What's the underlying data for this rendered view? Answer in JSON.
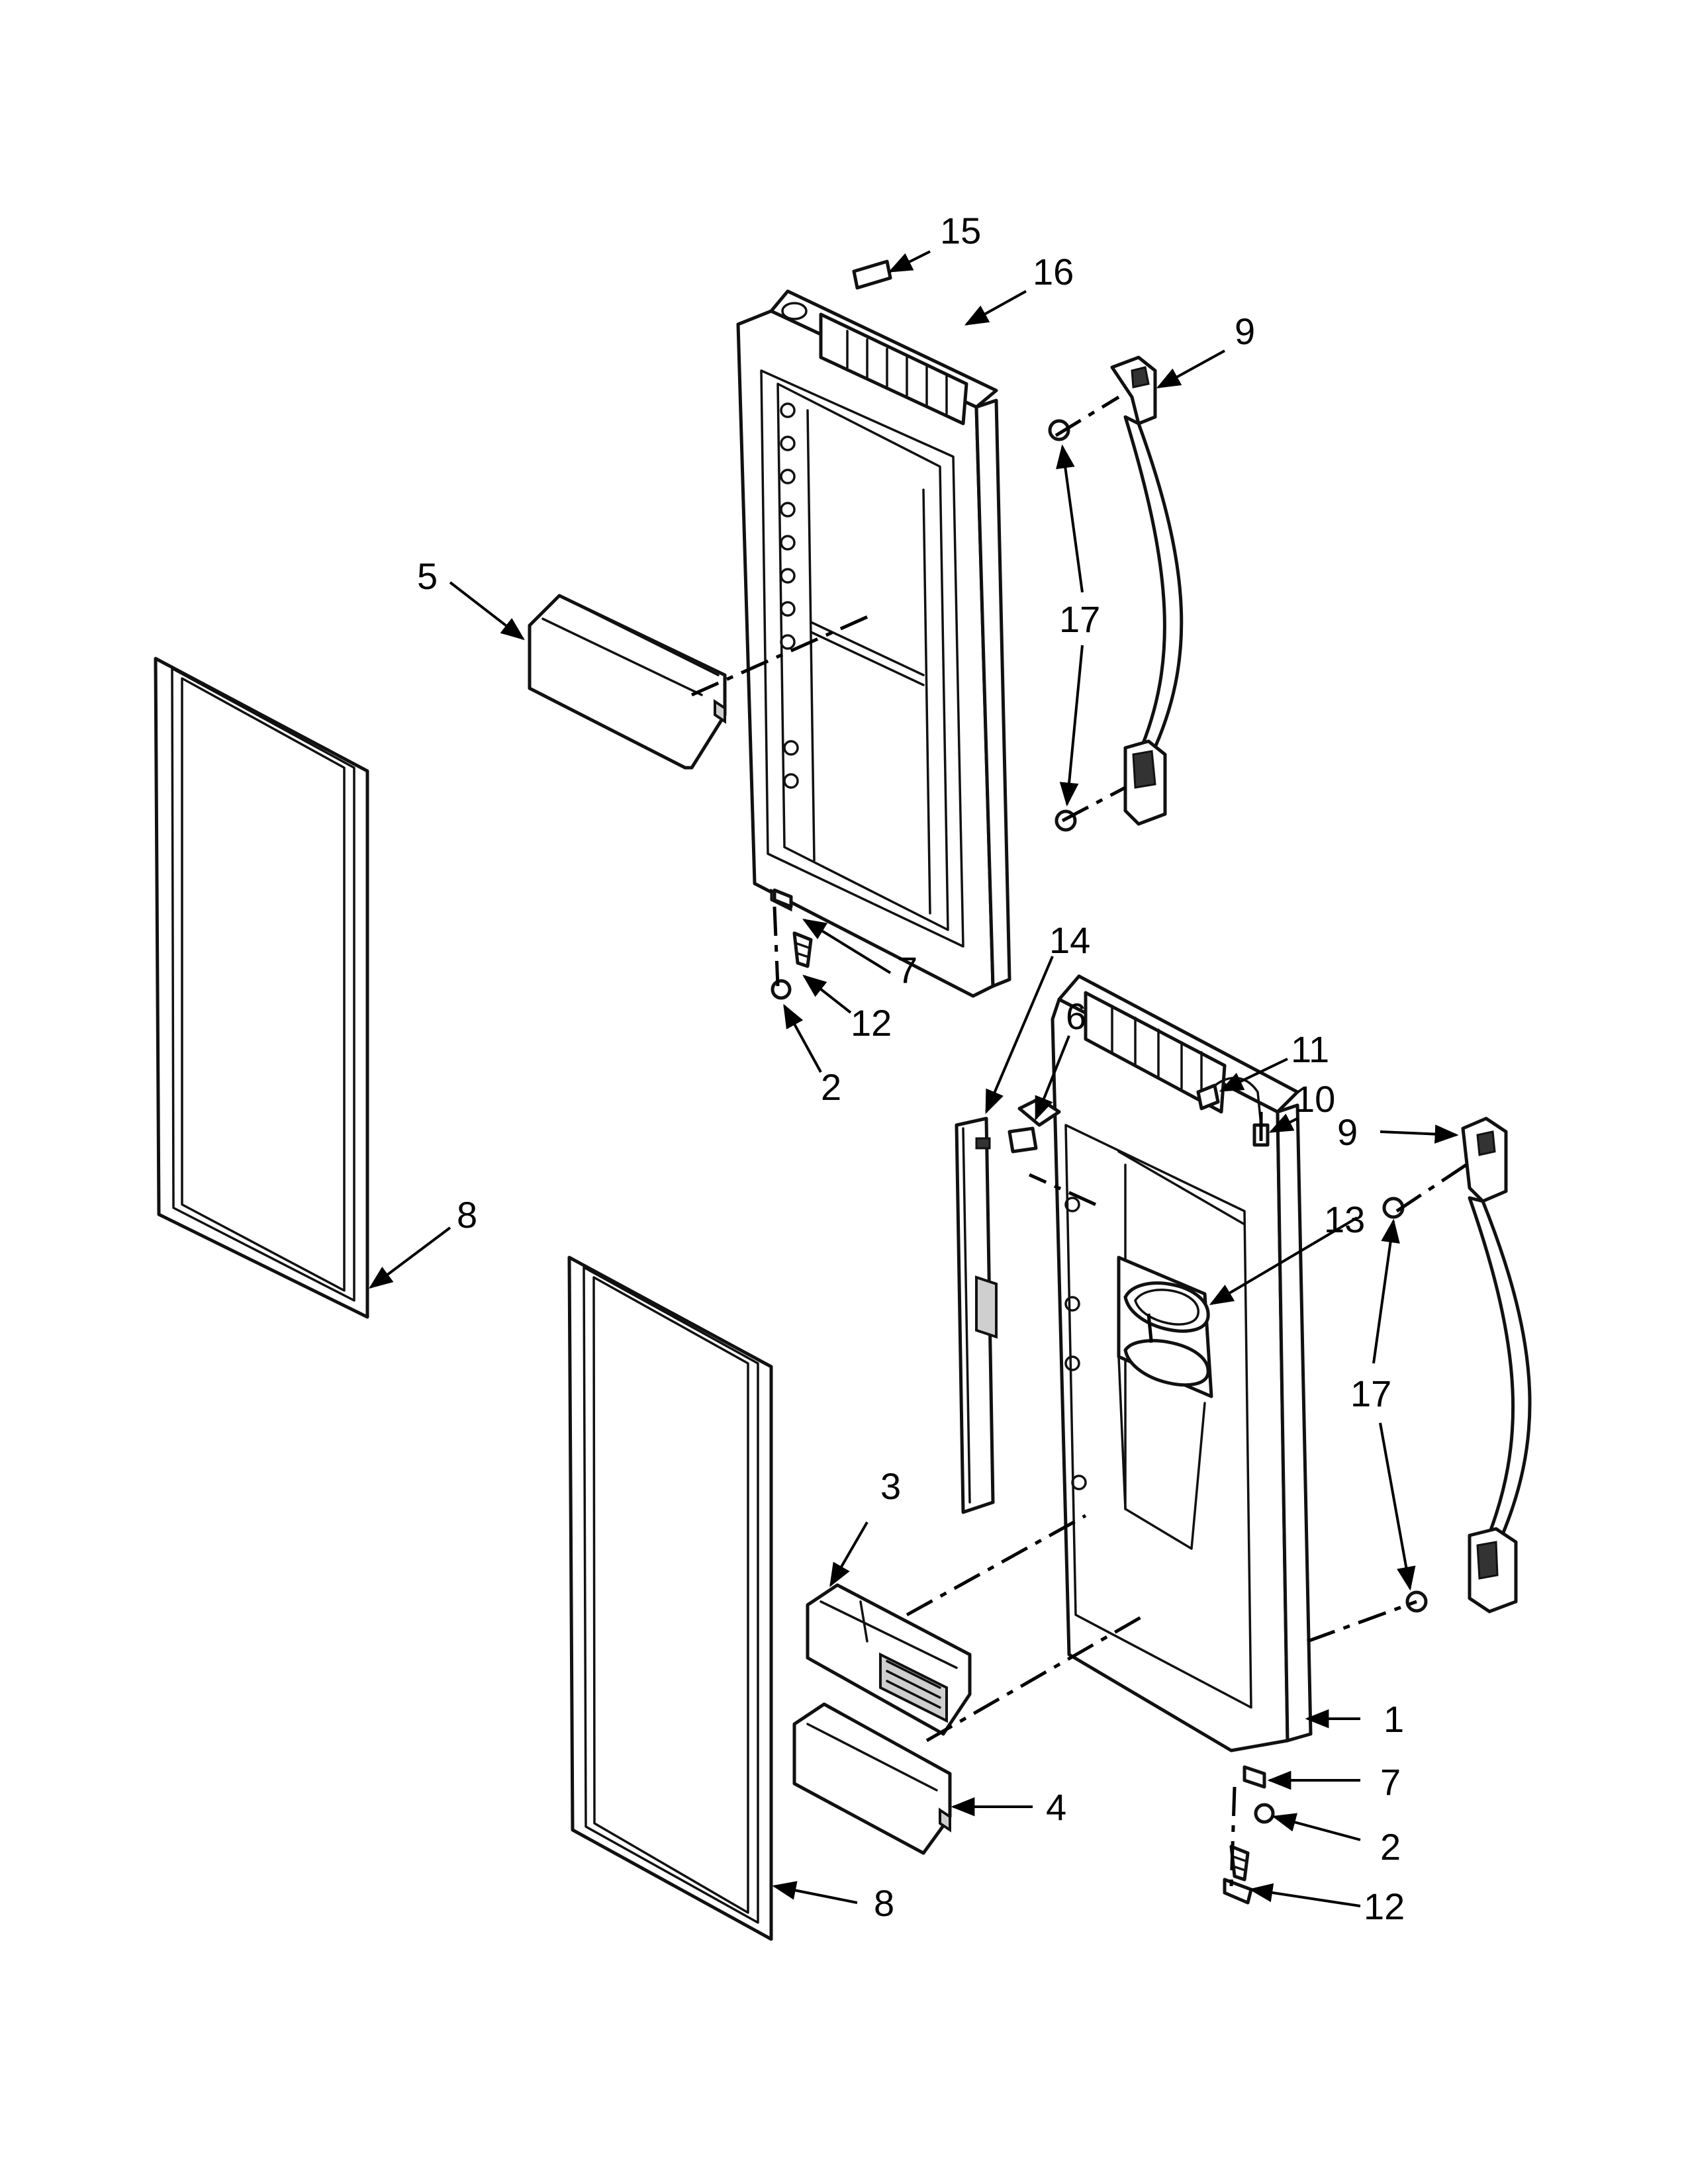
{
  "callouts": {
    "c15": "15",
    "c16": "16",
    "c9a": "9",
    "c5": "5",
    "c17a": "17",
    "c7a": "7",
    "c12a": "12",
    "c2a": "2",
    "c14": "14",
    "c6": "6",
    "c11": "11",
    "c10": "10",
    "c9b": "9",
    "c13": "13",
    "c8a": "8",
    "c17b": "17",
    "c3": "3",
    "c1": "1",
    "c7b": "7",
    "c4": "4",
    "c2b": "2",
    "c12b": "12",
    "c8b": "8"
  }
}
